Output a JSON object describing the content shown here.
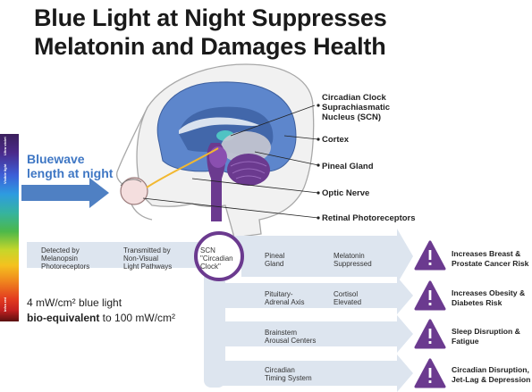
{
  "title_line1": "Blue Light at Night Suppresses",
  "title_line2": "Melatonin and Damages Health",
  "spectrum_top": "Ultra violet",
  "spectrum_visible": "Visible light",
  "spectrum_bottom": "Infra red",
  "bluewave_line1": "Bluewave",
  "bluewave_line2": "length at night",
  "brain_labels": {
    "scn_1": "Circadian Clock",
    "scn_2": "Suprachiasmatic",
    "scn_3": "Nucleus (SCN)",
    "cortex": "Cortex",
    "pineal": "Pineal Gland",
    "optic": "Optic Nerve",
    "retinal": "Retinal Photoreceptors"
  },
  "flow": {
    "detected_1": "Detected by",
    "detected_2": "Melanopsin",
    "detected_3": "Photoreceptors",
    "transmitted_1": "Transmitted by",
    "transmitted_2": "Non-Visual",
    "transmitted_3": "Light Pathways",
    "scn_1": "SCN",
    "scn_2": "\"Circadian",
    "scn_3": "Clock\"",
    "rows": [
      {
        "a1": "Pineal",
        "a2": "Gland",
        "b1": "Melatonin",
        "b2": "Suppressed"
      },
      {
        "a1": "Pituitary-",
        "a2": "Adrenal Axis",
        "b1": "Cortisol",
        "b2": "Elevated"
      },
      {
        "a1": "Brainstem",
        "a2": "Arousal Centers",
        "b1": "",
        "b2": ""
      },
      {
        "a1": "Circadian",
        "a2": "Timing System",
        "b1": "",
        "b2": ""
      }
    ]
  },
  "outcomes": [
    {
      "l1": "Increases Breast &",
      "l2": "Prostate Cancer Risk"
    },
    {
      "l1": "Increases Obesity &",
      "l2": "Diabetes Risk"
    },
    {
      "l1": "Sleep Disruption &",
      "l2": "Fatigue"
    },
    {
      "l1": "Circadian Disruption,",
      "l2": "Jet-Lag & Depression"
    }
  ],
  "note_line1": "4 mW/cm² blue light",
  "note_bold": "bio-equivalent",
  "note_rest": " to 100 mW/cm²",
  "colors": {
    "blue_text": "#3f77c4",
    "purple": "#6b3a8f",
    "arrow_fill": "#dde5ef",
    "brain_blue": "#5d86cc"
  }
}
